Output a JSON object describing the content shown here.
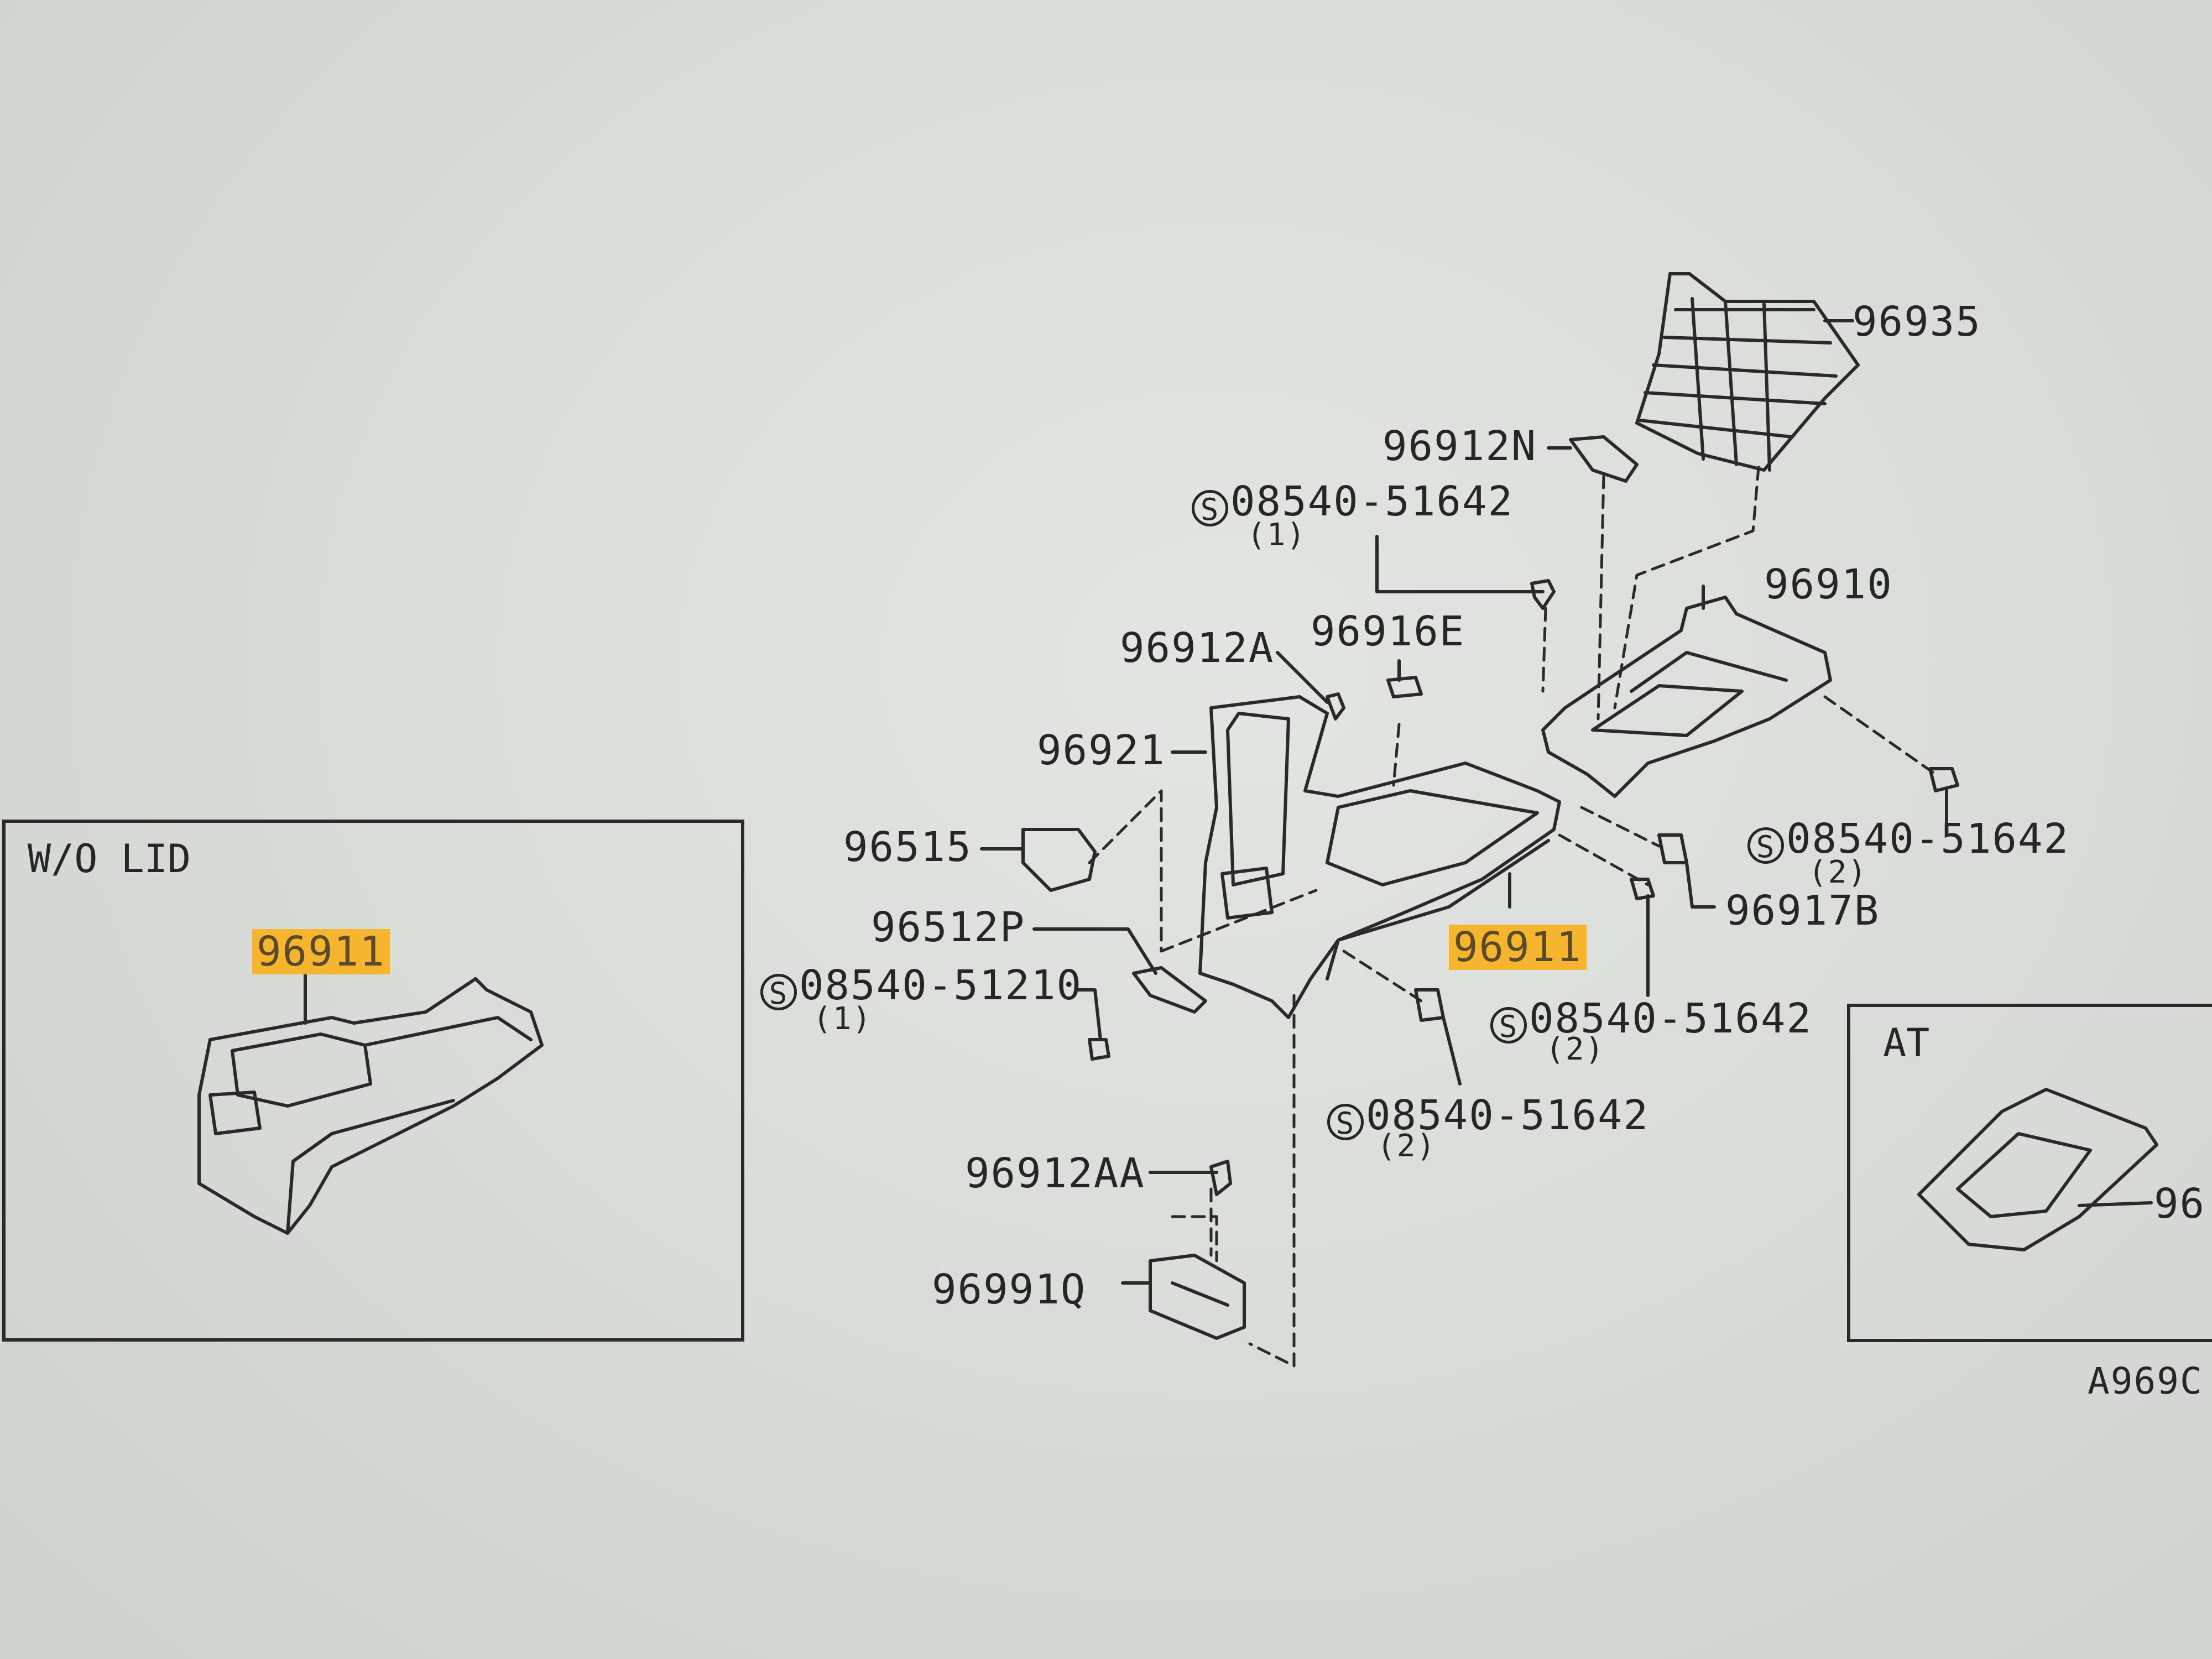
{
  "diagram_code": "A969C",
  "inset_wo_lid": {
    "title": "W/O LID",
    "part": "96911"
  },
  "inset_at": {
    "title": "AT",
    "part_partial": "96"
  },
  "screw_symbol": "S",
  "parts": {
    "p96935": "96935",
    "p96912N": "96912N",
    "p96910": "96910",
    "p96912A": "96912A",
    "p96916E": "96916E",
    "p96921": "96921",
    "p96515": "96515",
    "p96512P": "96512P",
    "p96911": "96911",
    "p96917B": "96917B",
    "p96912AA": "96912AA",
    "p96991Q": "96991Q"
  },
  "screws": {
    "s1": {
      "number": "08540-51642",
      "qty": "(1)"
    },
    "s2": {
      "number": "08540-51642",
      "qty": "(2)"
    },
    "s3": {
      "number": "08540-51210",
      "qty": "(1)"
    },
    "s4": {
      "number": "08540-51642",
      "qty": "(2)"
    },
    "s5": {
      "number": "08540-51642",
      "qty": "(2)"
    }
  },
  "colors": {
    "highlight": "#f5b52e",
    "ink": "#262626",
    "screen": "#dcdedb"
  }
}
